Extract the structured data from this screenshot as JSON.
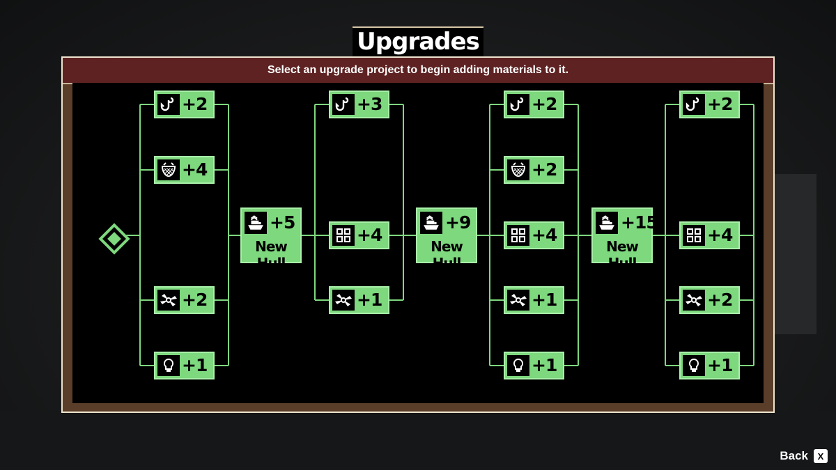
{
  "title": "Upgrades",
  "subtitle": "Select an upgrade project to begin adding materials to it.",
  "back": {
    "label": "Back",
    "key": "X"
  },
  "accent_color": "#7ed87e",
  "columns": [
    {
      "nodes": [
        {
          "icon": "hook-icon",
          "value": "+2"
        },
        {
          "icon": "net-icon",
          "value": "+4"
        },
        {
          "icon": "engine-icon",
          "value": "+2"
        },
        {
          "icon": "light-icon",
          "value": "+1"
        }
      ]
    },
    {
      "nodes": [
        {
          "icon": "hook-icon",
          "value": "+3"
        },
        {
          "icon": "storage-icon",
          "value": "+4"
        },
        {
          "icon": "engine-icon",
          "value": "+1"
        }
      ]
    },
    {
      "nodes": [
        {
          "icon": "hook-icon",
          "value": "+2"
        },
        {
          "icon": "net-icon",
          "value": "+2"
        },
        {
          "icon": "storage-icon",
          "value": "+4"
        },
        {
          "icon": "engine-icon",
          "value": "+1"
        },
        {
          "icon": "light-icon",
          "value": "+1"
        }
      ]
    },
    {
      "nodes": [
        {
          "icon": "hook-icon",
          "value": "+2"
        },
        {
          "icon": "storage-icon",
          "value": "+4"
        },
        {
          "icon": "engine-icon",
          "value": "+2"
        },
        {
          "icon": "light-icon",
          "value": "+1"
        }
      ]
    }
  ],
  "hulls": [
    {
      "icon": "hull-icon",
      "value": "+5",
      "label": "New Hull"
    },
    {
      "icon": "hull-icon",
      "value": "+9",
      "label": "New Hull"
    },
    {
      "icon": "hull-icon",
      "value": "+15",
      "label": "New Hull"
    }
  ]
}
